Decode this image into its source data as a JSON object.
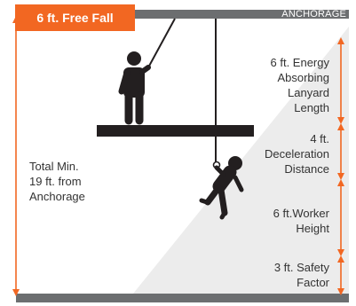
{
  "title": "6 ft. Free Fall",
  "anchorage_label": "ANCHORAGE",
  "total_note": "Total Min.\n19 ft. from\nAnchorage",
  "segments": [
    {
      "label": "6 ft. Energy\nAbsorbing\nLanyard\nLength"
    },
    {
      "label": "4 ft.\nDeceleration\nDistance"
    },
    {
      "label": "6 ft.Worker\nHeight"
    },
    {
      "label": "3 ft. Safety\nFactor"
    }
  ],
  "colors": {
    "accent": "#f26722",
    "bar": "#6c6e70",
    "figure": "#231f20",
    "text": "#333333",
    "wedge": "#ececec"
  }
}
